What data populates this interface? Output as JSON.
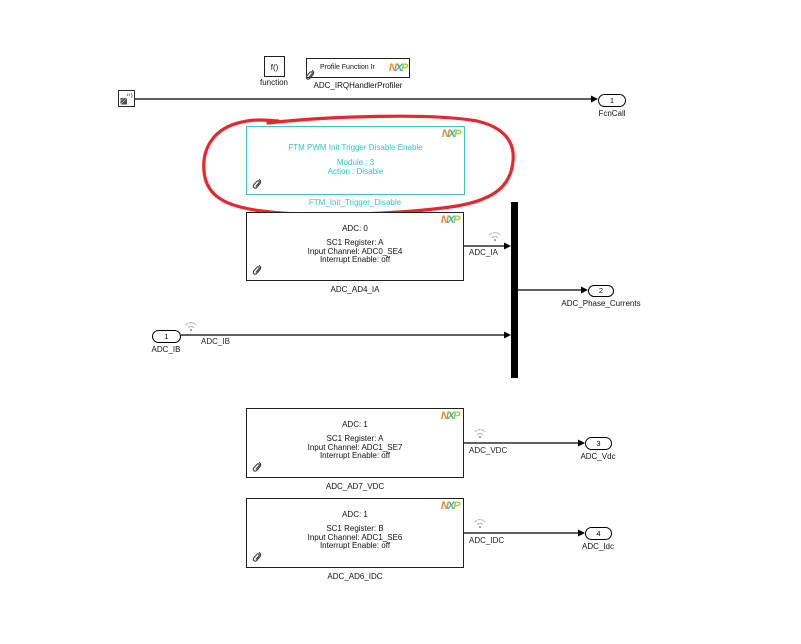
{
  "nxp_logo": {
    "n": "N",
    "x": "X",
    "p": "P"
  },
  "blocks": {
    "function_trigger": {
      "text": "f()",
      "caption": "function"
    },
    "profiler": {
      "text": "Profile Function Ir",
      "caption": "ADC_IRQHandlerProfiler"
    },
    "ftm": {
      "title": "FTM PWM Init Trigger Disable Enable",
      "params": [
        "Module : 3",
        "Action : Disable"
      ],
      "caption": "FTM_Init_Trigger_Disable"
    },
    "adc_ia": {
      "title": "ADC: 0",
      "params": [
        "SC1 Register: A",
        "Input Channel: ADC0_SE4",
        "Interrupt Enable: off"
      ],
      "caption": "ADC_AD4_IA"
    },
    "adc_vdc": {
      "title": "ADC: 1",
      "params": [
        "SC1 Register: A",
        "Input Channel: ADC1_SE7",
        "Interrupt Enable: off"
      ],
      "caption": "ADC_AD7_VDC"
    },
    "adc_idc": {
      "title": "ADC: 1",
      "params": [
        "SC1 Register: B",
        "Input Channel: ADC1_SE6",
        "Interrupt Enable: off"
      ],
      "caption": "ADC_AD6_IDC"
    }
  },
  "ports": {
    "fcncall": {
      "number": "1",
      "caption": "FcnCall"
    },
    "phase_currents": {
      "number": "2",
      "caption": "ADC_Phase_Currents"
    },
    "adc_ib_in": {
      "number": "1",
      "caption": "ADC_IB"
    },
    "adc_vdc_out": {
      "number": "3",
      "caption": "ADC_Vdc"
    },
    "adc_idc_out": {
      "number": "4",
      "caption": "ADC_Idc"
    }
  },
  "signal_labels": {
    "ia": "ADC_IA",
    "ib": "ADC_IB",
    "vdc": "ADC_VDC",
    "idc": "ADC_IDC"
  },
  "colors": {
    "ftm_teal": "#2fc6cb",
    "annotation_red": "#e8262c",
    "nxp_orange": "#f0861e",
    "nxp_x_teal": "#35b9a0",
    "nxp_lime": "#a6ce39",
    "wire_black": "#000000"
  }
}
